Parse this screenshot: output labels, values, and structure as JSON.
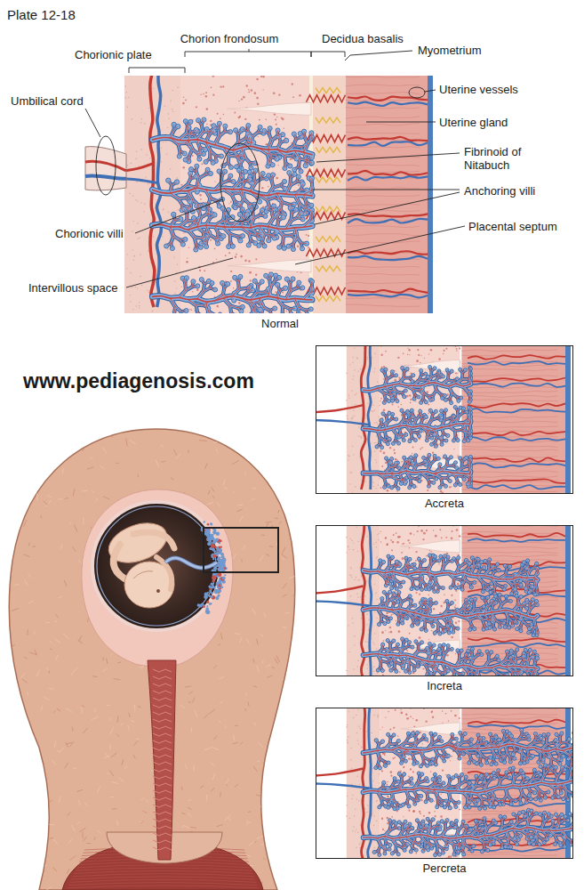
{
  "diagram": {
    "title": "Plate 12-18",
    "nodes": [
      {
        "text": [
          "Normal"
        ]
      },
      {
        "text": [
          "Accreta"
        ]
      },
      {
        "text": [
          "Increta"
        ]
      },
      {
        "text": [
          "Percreta"
        ]
      }
    ],
    "labels": [
      "Chorionic plate",
      "Chorion frondosum",
      "Decidua basalis",
      "Myometrium",
      "Uterine vessels",
      "Umbilical cord",
      "Uterine gland",
      "Fibrinoid of Nitabuch",
      "Chorionic villi",
      "Anchoring villi",
      "Placental septum",
      "Intervillous space",
      "www.pediagenosis.com"
    ]
  }
}
